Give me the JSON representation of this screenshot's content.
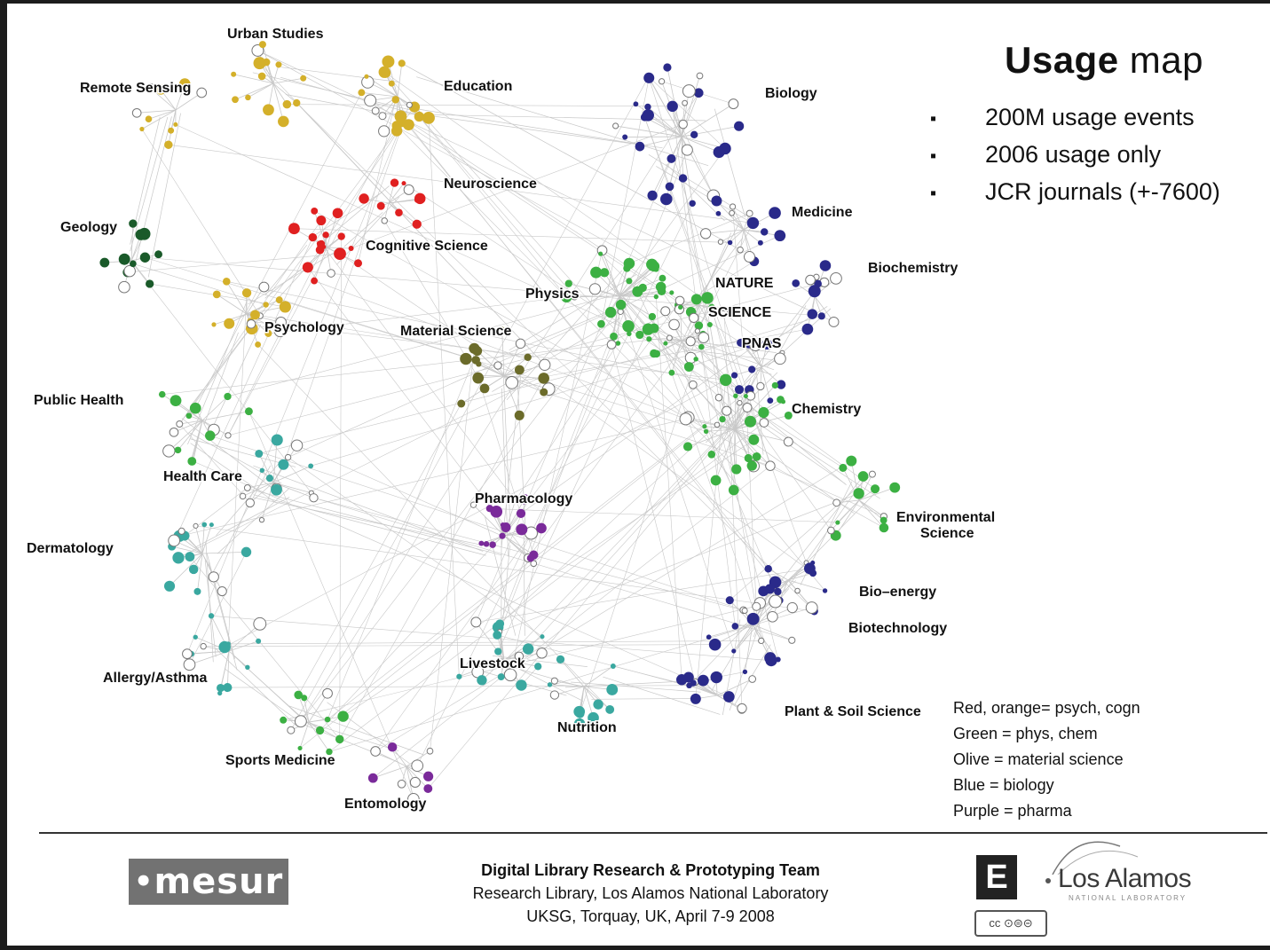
{
  "slide": {
    "title_bold": "Usage",
    "title_rest": " map",
    "bullets": [
      "200M usage events",
      "2006 usage only",
      "JCR journals (+-7600)"
    ],
    "bullet_glyph": "▪",
    "legend": [
      "Red, orange= psych, cogn",
      "Green = phys, chem",
      "Olive = material science",
      "Blue = biology",
      "Purple = pharma"
    ]
  },
  "clusters": [
    {
      "id": "urban",
      "label": "Urban Studies",
      "color": "#d4b02a"
    },
    {
      "id": "remote",
      "label": "Remote Sensing",
      "color": "#d4b02a"
    },
    {
      "id": "education",
      "label": "Education",
      "color": "#d4b02a"
    },
    {
      "id": "biology",
      "label": "Biology",
      "color": "#2a2a8a"
    },
    {
      "id": "neuro",
      "label": "Neuroscience",
      "color": "#e02020"
    },
    {
      "id": "medicine",
      "label": "Medicine",
      "color": "#2a2a8a"
    },
    {
      "id": "geology",
      "label": "Geology",
      "color": "#1a5a2a"
    },
    {
      "id": "cogsci",
      "label": "Cognitive Science",
      "color": "#e02020"
    },
    {
      "id": "biochem",
      "label": "Biochemistry",
      "color": "#2a2a8a"
    },
    {
      "id": "physics",
      "label": "Physics",
      "color": "#3cb043"
    },
    {
      "id": "nature",
      "label": "NATURE",
      "color": "#3cb043"
    },
    {
      "id": "science",
      "label": "SCIENCE",
      "color": "#3cb043"
    },
    {
      "id": "psychology",
      "label": "Psychology",
      "color": "#d4b02a"
    },
    {
      "id": "materials",
      "label": "Material Science",
      "color": "#6b6b2a"
    },
    {
      "id": "pnas",
      "label": "PNAS",
      "color": "#2a2a8a"
    },
    {
      "id": "publichealth",
      "label": "Public Health",
      "color": "#3cb043"
    },
    {
      "id": "chemistry",
      "label": "Chemistry",
      "color": "#3cb043"
    },
    {
      "id": "healthcare",
      "label": "Health Care",
      "color": "#3aa8a0"
    },
    {
      "id": "pharmacology",
      "label": "Pharmacology",
      "color": "#7a2a9a"
    },
    {
      "id": "environment",
      "label": "Environmental",
      "color": "#3cb043"
    },
    {
      "id": "environment2",
      "label": "Science",
      "color": "#3cb043"
    },
    {
      "id": "dermatology",
      "label": "Dermatology",
      "color": "#3aa8a0"
    },
    {
      "id": "bioenergy",
      "label": "Bio–energy",
      "color": "#2a2a8a"
    },
    {
      "id": "biotech",
      "label": "Biotechnology",
      "color": "#2a2a8a"
    },
    {
      "id": "livestock",
      "label": "Livestock",
      "color": "#3aa8a0"
    },
    {
      "id": "allergy",
      "label": "Allergy/Asthma",
      "color": "#3aa8a0"
    },
    {
      "id": "plantsoil",
      "label": "Plant & Soil Science",
      "color": "#2a2a8a"
    },
    {
      "id": "nutrition",
      "label": "Nutrition",
      "color": "#3aa8a0"
    },
    {
      "id": "sports",
      "label": "Sports Medicine",
      "color": "#3cb043"
    },
    {
      "id": "entomology",
      "label": "Entomology",
      "color": "#7a2a9a"
    }
  ],
  "footer": {
    "team": "Digital Library Research & Prototyping Team",
    "org": "Research Library, Los Alamos National Laboratory",
    "event": "UKSG, Torquay, UK, April 7-9 2008",
    "mesur_logo": "mesur",
    "lanl_logo": "Los Alamos",
    "lanl_sub": "NATIONAL LABORATORY",
    "e_logo": "E",
    "cc_badge": "cc ⊙⊜⊝"
  },
  "colors": {
    "edge": "#c8c8c8",
    "hollow_node_stroke": "#777777"
  }
}
